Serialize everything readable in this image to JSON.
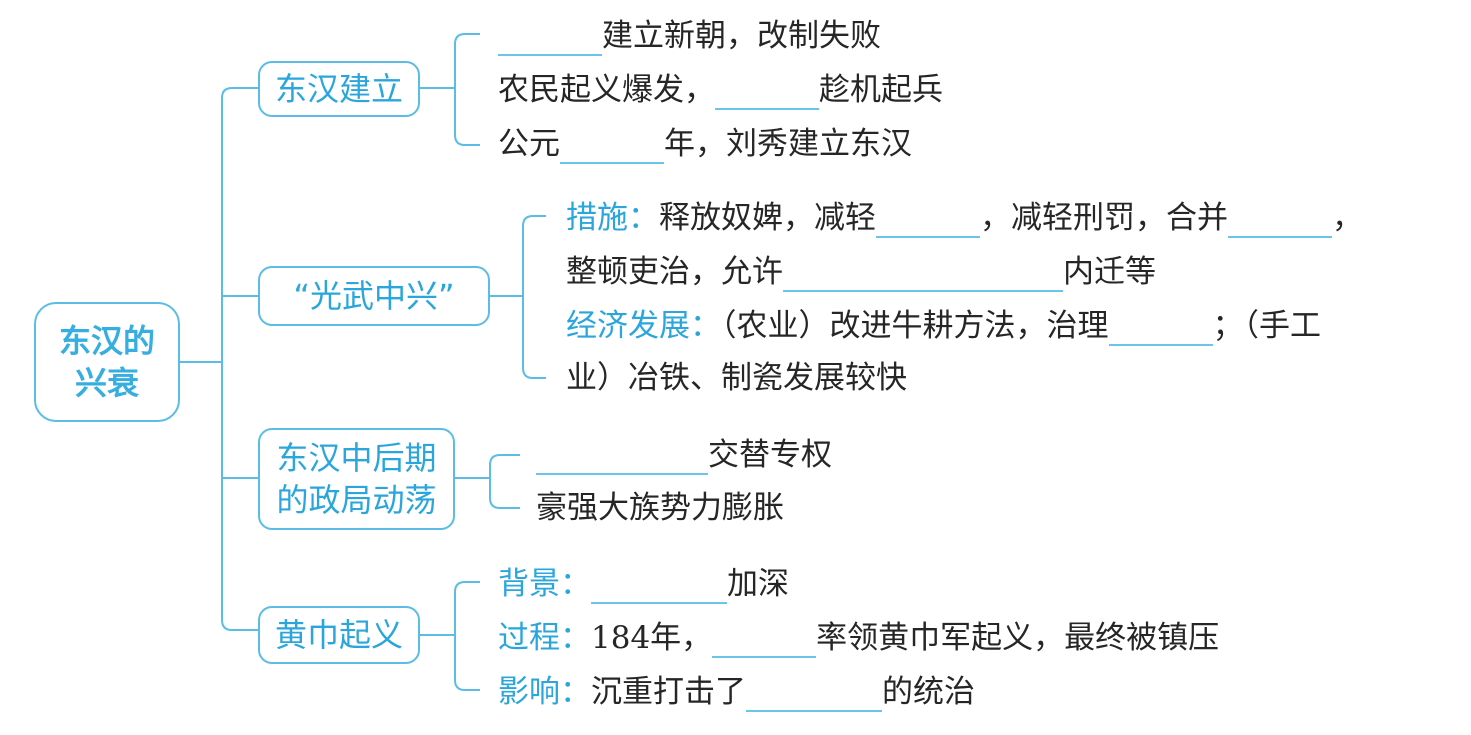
{
  "title": "东汉的兴衰",
  "color_accent": "#2aa6dc",
  "branches": [
    {
      "label": "东汉建立",
      "items": [
        {
          "parts": [
            {
              "blank": true
            },
            {
              "text": "建立新朝，改制失败"
            }
          ]
        },
        {
          "parts": [
            {
              "text": "农民起义爆发，"
            },
            {
              "blank": true
            },
            {
              "text": "趁机起兵"
            }
          ]
        },
        {
          "parts": [
            {
              "text": "公元"
            },
            {
              "blank": true
            },
            {
              "text": "年，刘秀建立东汉"
            }
          ]
        }
      ]
    },
    {
      "label": "“光武中兴”",
      "items": [
        {
          "heading": "措施：",
          "lines": [
            "释放奴婢，减轻",
            "，减轻刑罚，合并",
            "，",
            "整顿吏治，允许",
            "内迁等"
          ]
        },
        {
          "heading": "经济发展：",
          "lines": [
            "（农业）改进牛耕方法，治理",
            "；（手工",
            "业）冶铁、制瓷发展较快"
          ]
        }
      ]
    },
    {
      "label": "东汉中后期的政局动荡",
      "label_lines": [
        "东汉中后期",
        "的政局动荡"
      ],
      "items": [
        {
          "parts": [
            {
              "blank": true
            },
            {
              "text": "交替专权"
            }
          ]
        },
        {
          "parts": [
            {
              "text": "豪强大族势力膨胀"
            }
          ]
        }
      ]
    },
    {
      "label": "黄巾起义",
      "items": [
        {
          "heading": "背景：",
          "before": "",
          "after": "加深"
        },
        {
          "heading": "过程：",
          "before": "184年，",
          "after": "率领黄巾军起义，最终被镇压"
        },
        {
          "heading": "影响：",
          "before": "沉重打击了",
          "after": "的统治"
        }
      ]
    }
  ],
  "root_lines": [
    "东汉的",
    "兴衰"
  ]
}
